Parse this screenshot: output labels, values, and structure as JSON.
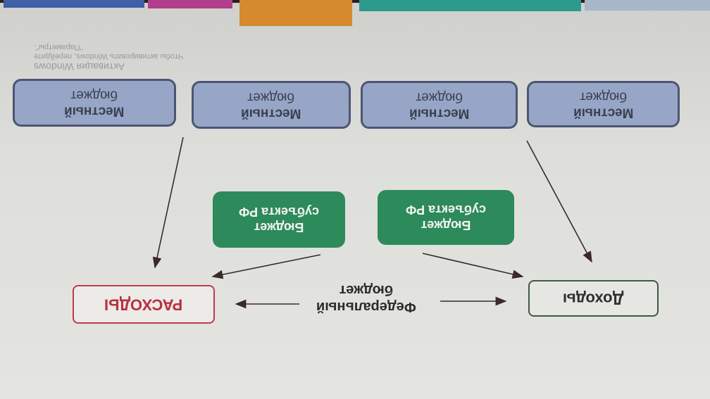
{
  "diagram": {
    "local_budgets": [
      {
        "line1": "Местный",
        "line2": "бюджет"
      },
      {
        "line1": "Местный",
        "line2": "бюджет"
      },
      {
        "line1": "Местный",
        "line2": "бюджет"
      },
      {
        "line1": "Местный",
        "line2": "бюджет"
      }
    ],
    "regional_budgets": [
      {
        "line1": "Бюджет",
        "line2": "субъекта РФ"
      },
      {
        "line1": "Бюджет",
        "line2": "субъекта РФ"
      }
    ],
    "federal": {
      "line1": "Федеральный",
      "line2": "бюджет"
    },
    "income_label": "Доходы",
    "expenses_label": "РАСХОДЫ"
  },
  "watermark": {
    "title": "Активация Windows",
    "line1": "Чтобы активировать Windows, перейдите",
    "line2": "\"Параметры\"."
  },
  "colors": {
    "local": "#97a6c6",
    "regional": "#2d8a5b",
    "expenses": "#c13a4b",
    "income": "#3f5a44"
  }
}
